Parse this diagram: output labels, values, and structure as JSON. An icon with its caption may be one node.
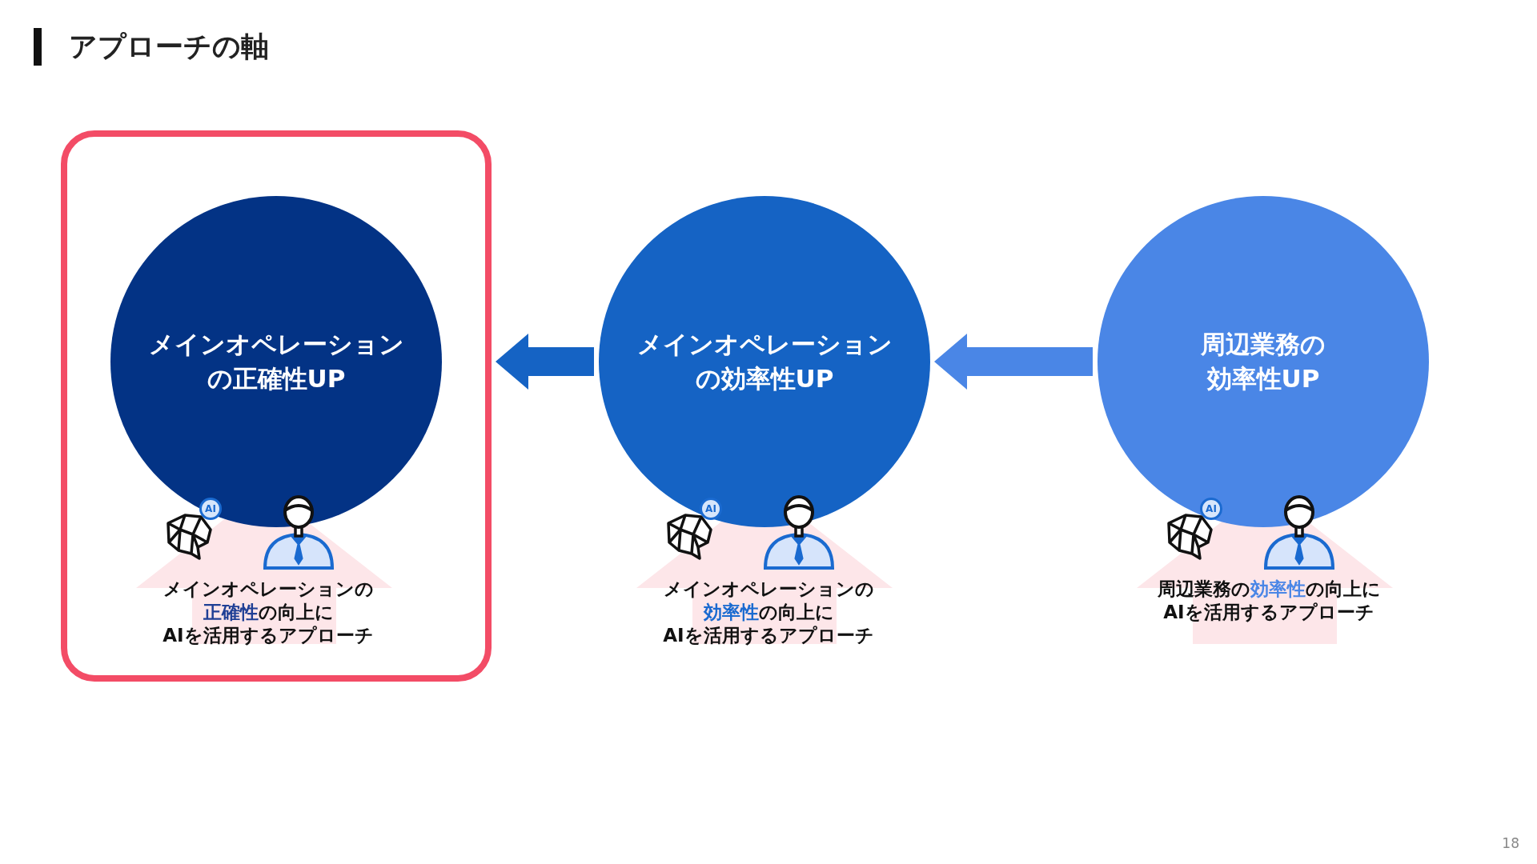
{
  "diagram": {
    "title": "アプローチの軸",
    "nodes": [
      {
        "text": [],
        "shape": "box"
      },
      {
        "text": [
          "メインオペレーションの正確性UP"
        ],
        "in": 0
      },
      {
        "text": [
          "メインオペレーションの**正確性**の向上にAIを活用するアプローチ"
        ],
        "in": 0
      },
      {
        "text": [
          "メインオペレーションの効率性UP"
        ]
      },
      {
        "text": [
          "メインオペレーションの**効率性**の向上にAIを活用するアプローチ"
        ]
      },
      {
        "text": [
          "周辺業務の効率性UP"
        ]
      },
      {
        "text": [
          "周辺業務の**効率性**の向上にAIを活用するアプローチ"
        ]
      }
    ],
    "edges": [
      {
        "from": 3,
        "to": 0,
        "arrow": "to",
        "color": "#1563c4"
      },
      {
        "from": 5,
        "to": 3,
        "arrow": "to",
        "color": "#4a86e6"
      }
    ],
    "labels": [
      "AI",
      "AI",
      "AI",
      "18"
    ]
  }
}
